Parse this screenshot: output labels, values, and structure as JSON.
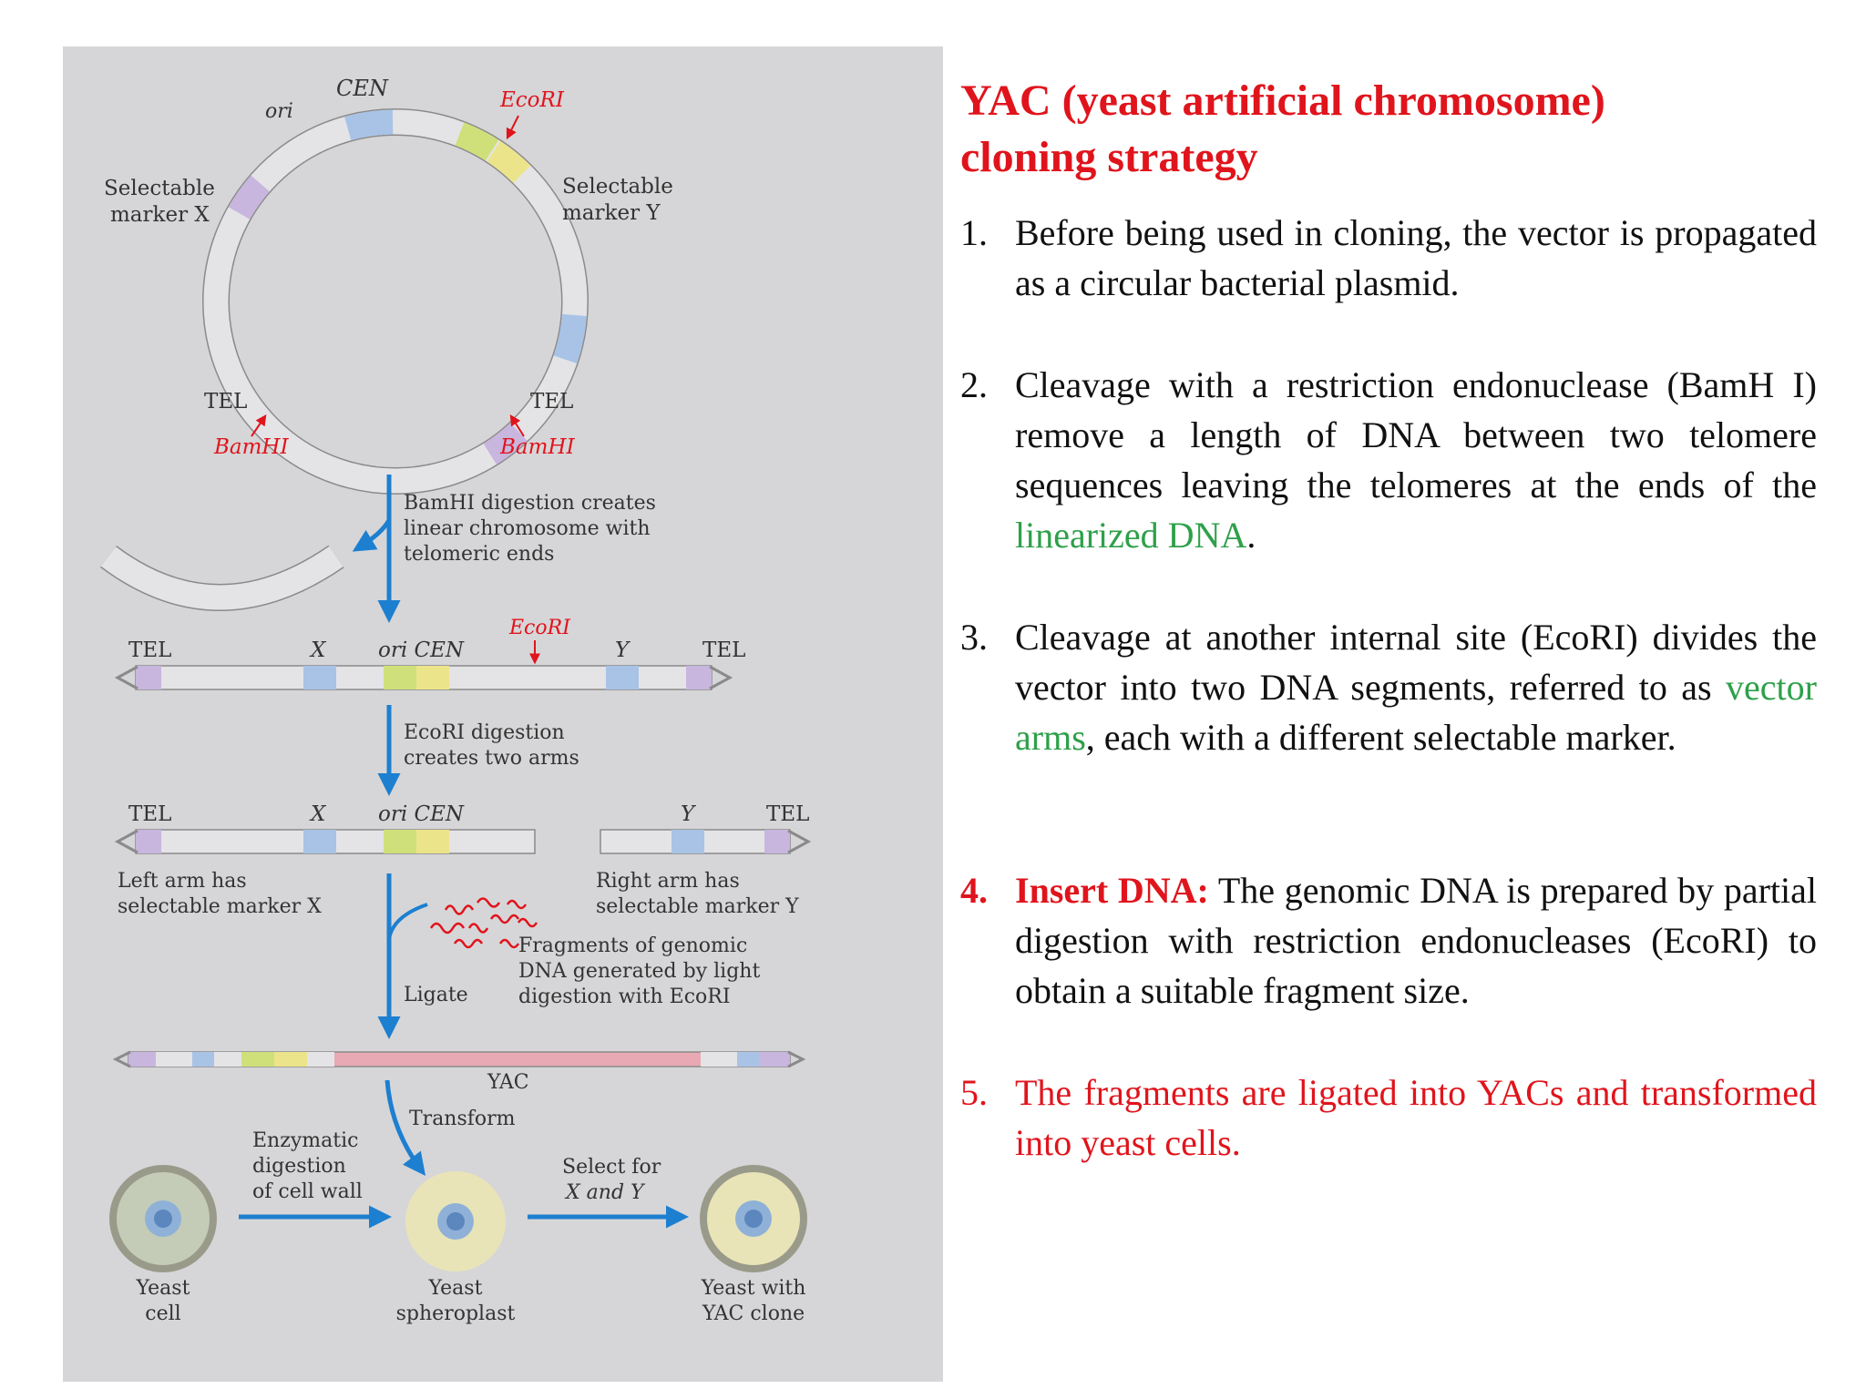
{
  "title": {
    "line1": "YAC (yeast artificial chromosome)",
    "line2": "cloning strategy"
  },
  "steps": [
    {
      "num": "1.",
      "text": "Before being used in cloning, the vector is propagated as a circular bacterial plasmid."
    },
    {
      "num": "2.",
      "text_before": "Cleavage with a restriction endonuclease (BamH I) remove a length of DNA between two telomere sequences leaving the telomeres at the ends of the ",
      "highlight": "linearized DNA",
      "text_after": "."
    },
    {
      "num": "3.",
      "text_before": "Cleavage at another internal site (EcoRI) divides the vector into two DNA segments, referred to as ",
      "highlight": "vector arms",
      "text_after": ", each with a different selectable marker."
    },
    {
      "num": "4.",
      "lead": "Insert DNA:",
      "text": " The genomic DNA is prepared by partial digestion with restriction endonucleases (EcoRI) to obtain a suitable fragment size."
    },
    {
      "num": "5.",
      "text": "The fragments are ligated into YACs and transformed into yeast cells."
    }
  ],
  "diagram": {
    "plasmid": {
      "cen": "CEN",
      "ori": "ori",
      "ecori": "EcoRI",
      "marker_x": [
        "Selectable",
        "marker X"
      ],
      "marker_y": [
        "Selectable",
        "marker Y"
      ],
      "tel_left": "TEL",
      "tel_right": "TEL",
      "bamhi_left": "BamHI",
      "bamhi_right": "BamHI"
    },
    "step1_caption": [
      "BamHI digestion creates",
      "linear chromosome with",
      "telomeric ends"
    ],
    "linear": {
      "tel_left": "TEL",
      "x": "X",
      "ori_cen": "ori CEN",
      "ecori": "EcoRI",
      "y": "Y",
      "tel_right": "TEL"
    },
    "step2_caption": [
      "EcoRI digestion",
      "creates two arms"
    ],
    "arms": {
      "tel_left": "TEL",
      "x": "X",
      "ori_cen": "ori CEN",
      "y": "Y",
      "tel_right": "TEL",
      "left_caption": [
        "Left arm has",
        "selectable marker X"
      ],
      "right_caption": [
        "Right arm has",
        "selectable marker Y"
      ]
    },
    "fragments_caption": [
      "Fragments of genomic",
      "DNA generated by light",
      "digestion with EcoRI"
    ],
    "ligate": "Ligate",
    "yac": "YAC",
    "transform": "Transform",
    "enzymatic": [
      "Enzymatic",
      "digestion",
      "of cell wall"
    ],
    "select": [
      "Select for",
      "X and Y"
    ],
    "yeast_cell": [
      "Yeast",
      "cell"
    ],
    "spheroplast": [
      "Yeast",
      "spheroplast"
    ],
    "yac_clone": [
      "Yeast with",
      "YAC clone"
    ]
  },
  "colors": {
    "title_red": "#e0141c",
    "highlight_green": "#2ea04a",
    "arrow_blue": "#1d7fd0",
    "marker_blue": "#a9c3e6",
    "ori_green": "#cfe07a",
    "cen_yellow": "#ece48a",
    "tel_purple": "#c8b6de",
    "insert_pink": "#e9a9b4"
  }
}
